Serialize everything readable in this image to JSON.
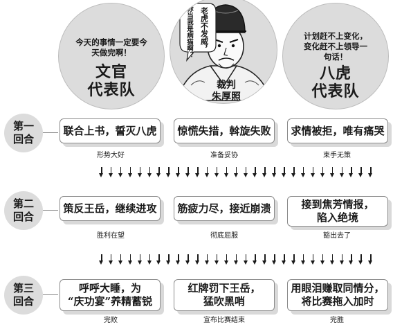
{
  "teams": {
    "civil": {
      "slogan_line1": "今天的事情一定要今",
      "slogan_line2": "天做完啊！",
      "name_line1": "文官",
      "name_line2": "代表队"
    },
    "referee": {
      "speech_col1": "老虎不发威，",
      "speech_col2": "你当我是病猫啊？",
      "role": "裁判",
      "name": "朱厚照"
    },
    "tigers": {
      "slogan_line1": "计划赶不上变化，",
      "slogan_line2": "变化赶不上领导一",
      "slogan_line3": "句话！",
      "name_line1": "八虎",
      "name_line2": "代表队"
    }
  },
  "rounds": [
    {
      "label_line1": "第一",
      "label_line2": "回合",
      "events": [
        {
          "lines": [
            "联合上书，誓灭八虎"
          ],
          "status": "形势大好"
        },
        {
          "lines": [
            "惊慌失措，斡旋失败"
          ],
          "status": "准备妥协"
        },
        {
          "lines": [
            "求情被拒，唯有痛哭"
          ],
          "status": "束手无策"
        }
      ]
    },
    {
      "label_line1": "第二",
      "label_line2": "回合",
      "events": [
        {
          "lines": [
            "策反王岳，继续进攻"
          ],
          "status": "胜利在望"
        },
        {
          "lines": [
            "筋疲力尽，接近崩溃"
          ],
          "status": "彻底屈服"
        },
        {
          "lines": [
            "接到焦芳情报，",
            "陷入绝境"
          ],
          "status": "豁出去了"
        }
      ]
    },
    {
      "label_line1": "第三",
      "label_line2": "回合",
      "events": [
        {
          "lines": [
            "呼呼大睡，为",
            "“庆功宴”养精蓄锐"
          ],
          "status": "完败"
        },
        {
          "lines": [
            "红牌罚下王岳，",
            "猛吹黑哨"
          ],
          "status": "宣布比赛结束"
        },
        {
          "lines": [
            "用眼泪赚取同情分，",
            "将比赛拖入加时"
          ],
          "status": "完胜"
        }
      ]
    }
  ],
  "colors": {
    "circle_fill": "#dcdcdc",
    "box_border": "#8a8a8a",
    "text": "#1a1a1a",
    "shadow": "#d9d9d9"
  }
}
